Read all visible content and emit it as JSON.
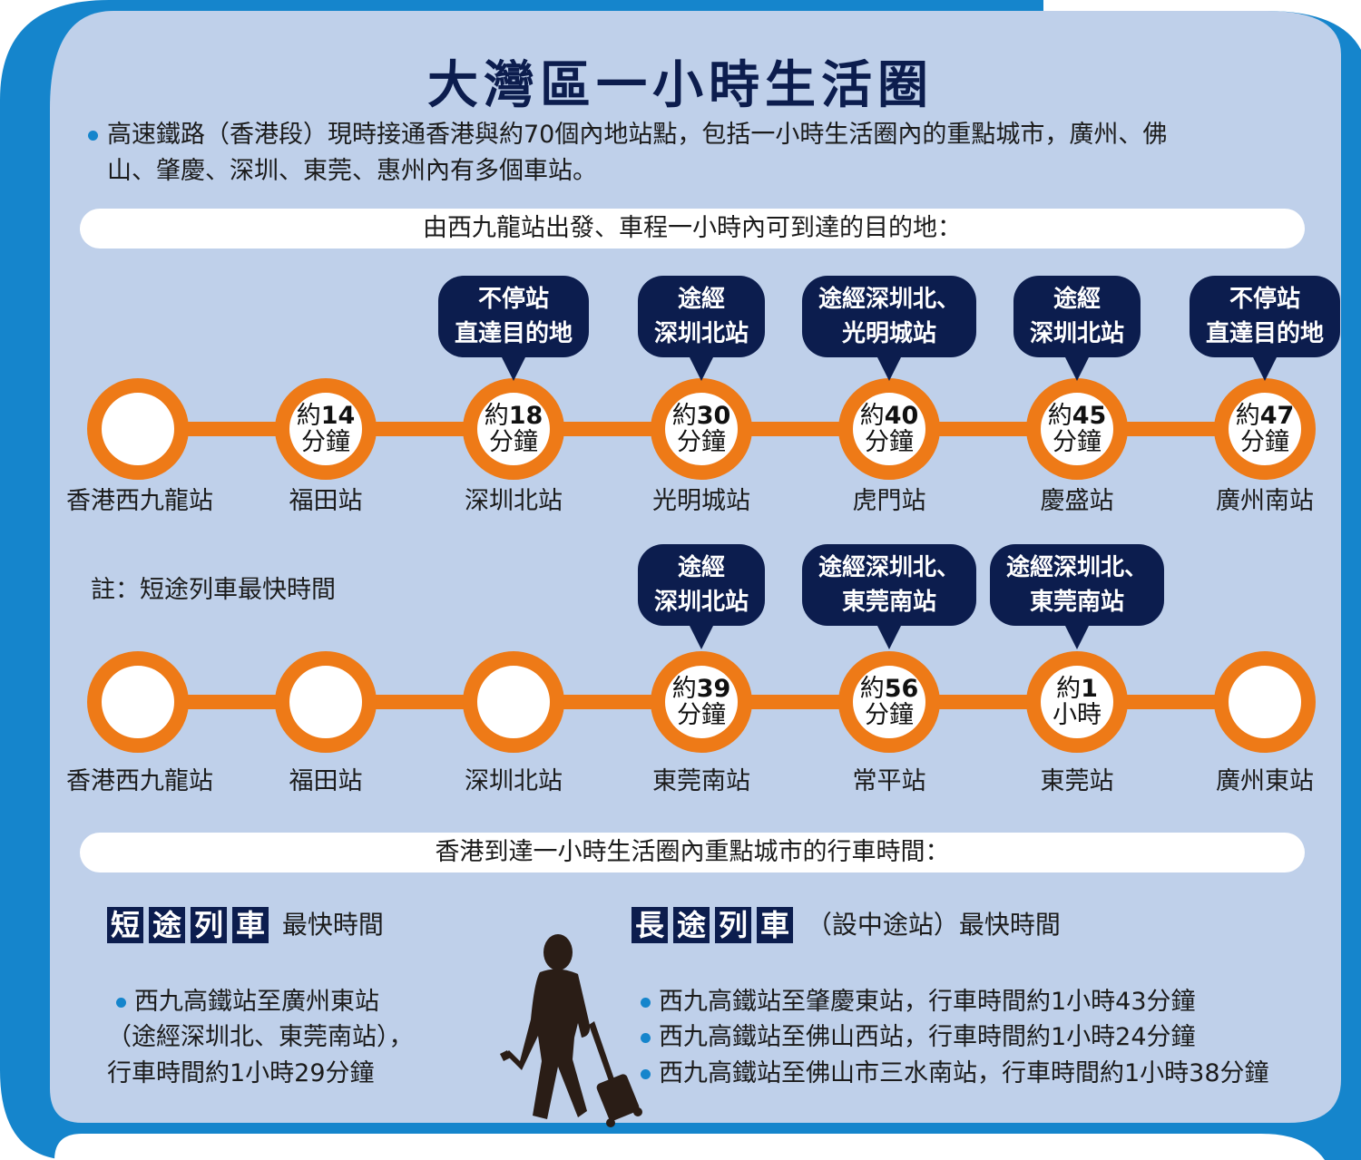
{
  "colors": {
    "panel": "#bfd0ea",
    "frame": "#1585cc",
    "navy": "#0c1d4e",
    "orange": "#ee7a17",
    "white": "#ffffff"
  },
  "title": "大灣區一小時生活圈",
  "intro": {
    "line1": "高速鐵路（香港段）現時接通香港與約70個內地站點，包括一小時生活圈內的重點城市，廣州、佛",
    "line2": "山、肇慶、深圳、東莞、惠州內有多個車站。"
  },
  "section1_label": "由西九龍站出發、車程一小時內可到達的目的地：",
  "route1": {
    "stations": [
      {
        "name": "香港西九龍站",
        "time_num": "",
        "time_unit": "",
        "note": ""
      },
      {
        "name": "福田站",
        "time_num": "14",
        "time_unit": "分鐘",
        "note": ""
      },
      {
        "name": "深圳北站",
        "time_num": "18",
        "time_unit": "分鐘",
        "note": "不停站\n直達目的地"
      },
      {
        "name": "光明城站",
        "time_num": "30",
        "time_unit": "分鐘",
        "note": "途經\n深圳北站"
      },
      {
        "name": "虎門站",
        "time_num": "40",
        "time_unit": "分鐘",
        "note": "途經深圳北、\n光明城站"
      },
      {
        "name": "慶盛站",
        "time_num": "45",
        "time_unit": "分鐘",
        "note": "途經\n深圳北站"
      },
      {
        "name": "廣州南站",
        "time_num": "47",
        "time_unit": "分鐘",
        "note": "不停站\n直達目的地"
      }
    ]
  },
  "note_text": "註：短途列車最快時間",
  "route2": {
    "stations": [
      {
        "name": "香港西九龍站",
        "time_num": "",
        "time_unit": "",
        "note": ""
      },
      {
        "name": "福田站",
        "time_num": "",
        "time_unit": "",
        "note": ""
      },
      {
        "name": "深圳北站",
        "time_num": "",
        "time_unit": "",
        "note": ""
      },
      {
        "name": "東莞南站",
        "time_num": "39",
        "time_unit": "分鐘",
        "note": "途經\n深圳北站"
      },
      {
        "name": "常平站",
        "time_num": "56",
        "time_unit": "分鐘",
        "note": "途經深圳北、\n東莞南站"
      },
      {
        "name": "東莞站",
        "time_num": "1",
        "time_unit": "小時",
        "note": "途經深圳北、\n東莞南站"
      },
      {
        "name": "廣州東站",
        "time_num": "",
        "time_unit": "",
        "note": ""
      }
    ]
  },
  "time_prefix": "約",
  "section2_label": "香港到達一小時生活圈內重點城市的行車時間：",
  "short_train": {
    "chars": [
      "短",
      "途",
      "列",
      "車"
    ],
    "suffix": "最快時間",
    "lines": [
      "西九高鐵站至廣州東站",
      "（途經深圳北、東莞南站），",
      "行車時間約1小時29分鐘"
    ]
  },
  "long_train": {
    "chars": [
      "長",
      "途",
      "列",
      "車"
    ],
    "suffix": "（設中途站）最快時間",
    "items": [
      "西九高鐵站至肇慶東站，行車時間約1小時43分鐘",
      "西九高鐵站至佛山西站，行車時間約1小時24分鐘",
      "西九高鐵站至佛山市三水南站，行車時間約1小時38分鐘"
    ]
  },
  "illustration": "traveler-with-suitcase-silhouette"
}
